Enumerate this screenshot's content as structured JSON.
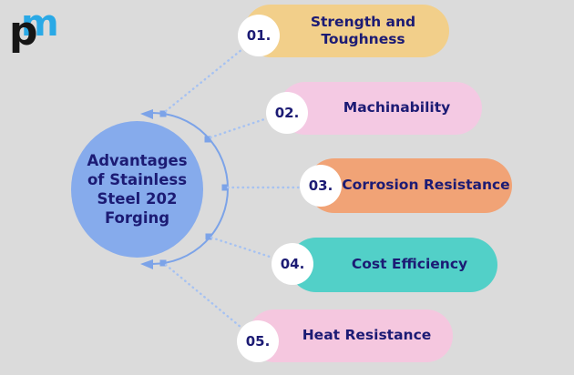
{
  "logo": {
    "letter_p": "p",
    "letter_m": "m",
    "p_color": "#161616",
    "m_color": "#2AA9E6"
  },
  "center": {
    "title": "Advantages of Stainless Steel 202 Forging",
    "bg_color": "#86ABEC",
    "text_color": "#1C1B74"
  },
  "items": [
    {
      "number": "01.",
      "label": "Strength and Toughness",
      "bg_color": "#F2CF8A"
    },
    {
      "number": "02.",
      "label": "Machinability",
      "bg_color": "#F4C9E3"
    },
    {
      "number": "03.",
      "label": "Corrosion Resistance",
      "bg_color": "#F1A376"
    },
    {
      "number": "04.",
      "label": "Cost Efficiency",
      "bg_color": "#52D0C8"
    },
    {
      "number": "05.",
      "label": "Heat Resistance",
      "bg_color": "#F5C7DF"
    }
  ],
  "colors": {
    "page_background": "#DBDBDB",
    "connector_arc": "#7CA3E8",
    "connector_dotted": "#A6C2F2",
    "number_text": "#1C1B74",
    "number_circle_bg": "#FFFFFF"
  }
}
